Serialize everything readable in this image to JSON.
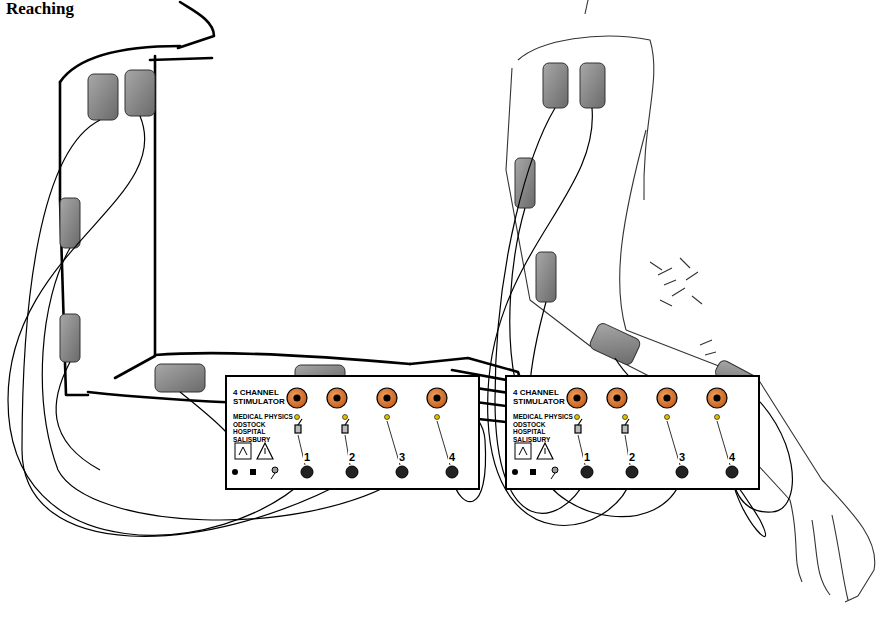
{
  "diagram": {
    "title": "Reaching",
    "nodes": [
      {
        "text": [
          "4 CHANNEL STIMULATOR",
          "MEDICAL PHYSICS ODSTOCK HOSPITAL SALISBURY"
        ]
      },
      {
        "text": [
          "4 CHANNEL STIMULATOR",
          "MEDICAL PHYSICS ODSTOCK HOSPITAL SALISBURY"
        ]
      }
    ],
    "labels": [
      "1",
      "2",
      "3",
      "4",
      "1",
      "2",
      "3",
      "4"
    ]
  }
}
